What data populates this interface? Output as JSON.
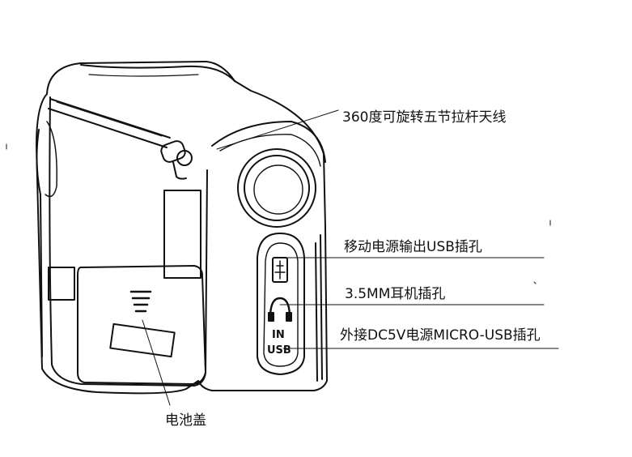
{
  "labels": {
    "antenna": "360度可旋转五节拉杆天线",
    "usb_out": "移动电源输出USB插孔",
    "headphone": "3.5MM耳机插孔",
    "dc_in": "外接DC5V电源MICRO-USB插孔",
    "battery_cover": "电池盖"
  },
  "device_markings": {
    "in": "IN",
    "usb": "USB"
  }
}
